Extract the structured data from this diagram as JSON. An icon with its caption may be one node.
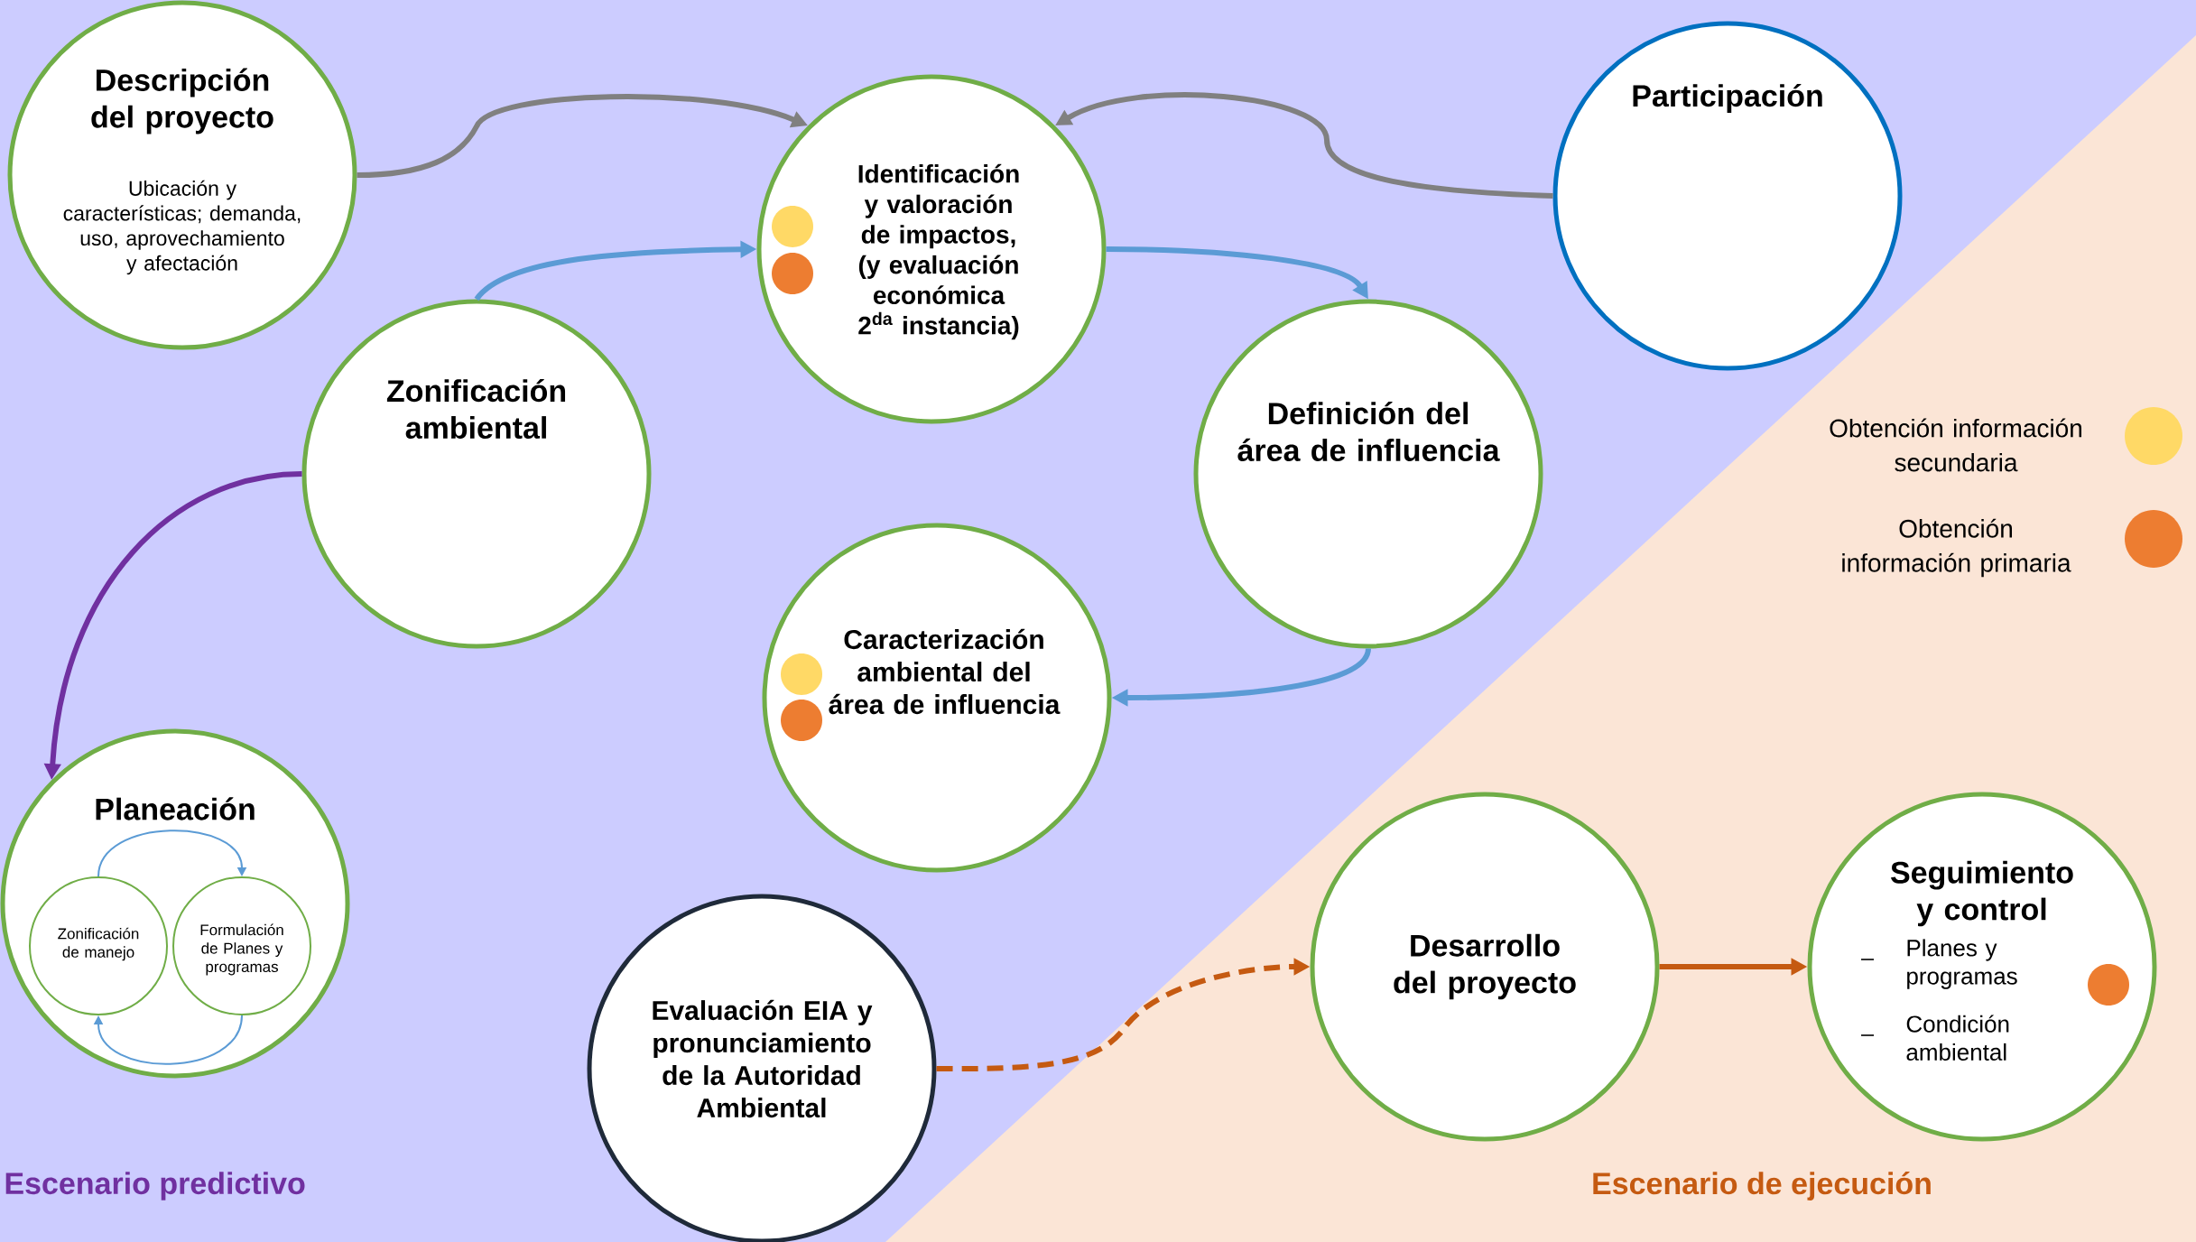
{
  "diagram": {
    "nodes": [
      {
        "text": [
          "Descripción del proyecto",
          "Ubicación y características; demanda, uso, aprovechamiento y afectación"
        ]
      },
      {
        "text": [
          "Identificación y valoración de impactos, (y evaluación económica 2$^{da}$ instancia)"
        ]
      },
      {
        "text": [
          "Participación"
        ]
      },
      {
        "text": [
          "Zonificación ambiental"
        ]
      },
      {
        "text": [
          "Definición del área de influencia"
        ]
      },
      {
        "text": [
          "Caracterización ambiental del área de influencia"
        ]
      },
      {
        "text": [
          "Planeación"
        ]
      },
      {
        "text": [
          "Zonificación de manejo"
        ],
        "in": 6
      },
      {
        "text": [
          "Formulación de Planes y programas"
        ],
        "in": 6
      },
      {
        "text": [
          "Evaluación EIA y pronunciamiento de la Autoridad Ambiental"
        ]
      },
      {
        "text": [
          "Desarrollo del proyecto"
        ]
      },
      {
        "text": [
          "Seguimiento y control",
          "Planes y programas",
          "Condición ambiental"
        ]
      }
    ],
    "edges": [
      {
        "from": 0,
        "to": 1,
        "arrow": "to",
        "color": "#808080"
      },
      {
        "from": 2,
        "to": 1,
        "arrow": "to",
        "color": "#808080"
      },
      {
        "from": 3,
        "to": 1,
        "arrow": "to"
      },
      {
        "from": 1,
        "to": 4,
        "arrow": "to"
      },
      {
        "from": 4,
        "to": 5,
        "arrow": "to"
      },
      {
        "from": 3,
        "to": 6,
        "arrow": "to",
        "color": "#7030a0"
      },
      {
        "from": 7,
        "to": 8,
        "arrow": "to"
      },
      {
        "from": 8,
        "to": 7,
        "arrow": "to"
      },
      {
        "from": 9,
        "to": 10,
        "arrow": "to",
        "style": "dashed",
        "color": "#c55a11"
      },
      {
        "from": 10,
        "to": 11,
        "arrow": "to",
        "color": "#c55a11"
      }
    ],
    "labels": [
      "Escenario predictivo",
      "Escenario de ejecución"
    ],
    "legend": [
      {
        "text": "Obtención información secundaria",
        "color": "#ffd966"
      },
      {
        "text": "Obtención información primaria",
        "color": "#ed7d31"
      }
    ]
  }
}
